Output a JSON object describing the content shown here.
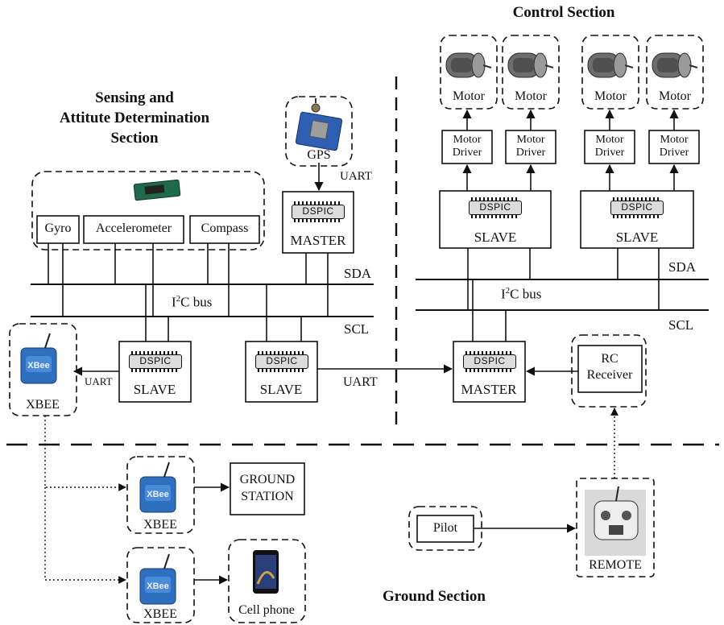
{
  "sections": {
    "control": "Control Section",
    "sensing_line1": "Sensing and",
    "sensing_line2": "Attitute Determination",
    "sensing_line3": "Section",
    "ground": "Ground Section"
  },
  "sensors": {
    "gyro": "Gyro",
    "accelerometer": "Accelerometer",
    "compass": "Compass"
  },
  "gps": "GPS",
  "chip_label": "DSPIC",
  "roles": {
    "master": "MASTER",
    "slave": "SLAVE"
  },
  "bus": {
    "sda": "SDA",
    "scl": "SCL",
    "i2c_prefix": "I",
    "i2c_sup": "2",
    "i2c_suffix": "C bus"
  },
  "uart": "UART",
  "xbee": "XBEE",
  "motor": "Motor",
  "motor_driver_line1": "Motor",
  "motor_driver_line2": "Driver",
  "rc_receiver_line1": "RC",
  "rc_receiver_line2": "Receiver",
  "ground_station_line1": "GROUND",
  "ground_station_line2": "STATION",
  "cell_phone": "Cell phone",
  "pilot": "Pilot",
  "remote": "REMOTE",
  "icons": {
    "xbee": "xbee-module-icon",
    "motor": "brushless-motor-icon",
    "gps": "gps-module-icon",
    "imu": "imu-board-icon",
    "phone": "smartphone-icon",
    "remote": "rc-transmitter-icon"
  },
  "colors": {
    "xbee_board": "#2f6fc0",
    "chip_fill": "#dcdcdc",
    "stroke": "#111111"
  }
}
